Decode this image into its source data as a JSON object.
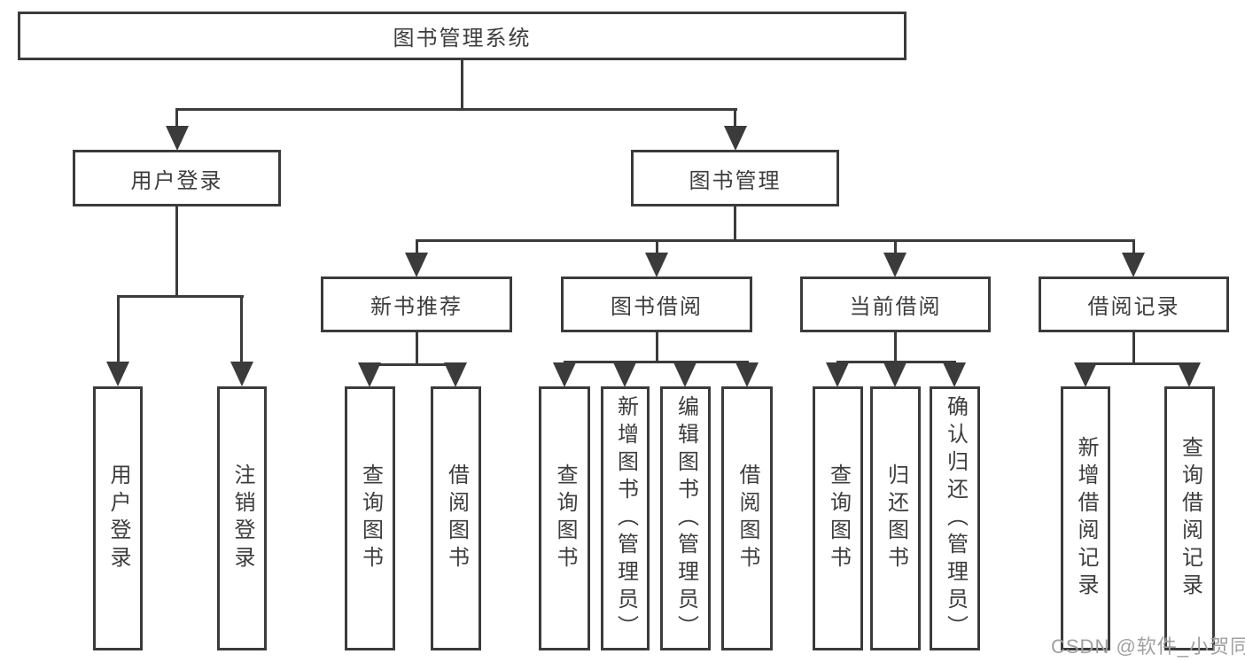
{
  "diagram": {
    "root": {
      "label": "图书管理系统"
    },
    "branches": [
      {
        "label": "用户登录",
        "children": [
          {
            "label": "用户登录"
          },
          {
            "label": "注销登录"
          }
        ]
      },
      {
        "label": "图书管理",
        "children": [
          {
            "label": "新书推荐",
            "children": [
              {
                "label": "查询图书"
              },
              {
                "label": "借阅图书"
              }
            ]
          },
          {
            "label": "图书借阅",
            "children": [
              {
                "label": "查询图书"
              },
              {
                "label": "新增图书（管理员）"
              },
              {
                "label": "编辑图书（管理员）"
              },
              {
                "label": "借阅图书"
              }
            ]
          },
          {
            "label": "当前借阅",
            "children": [
              {
                "label": "查询图书"
              },
              {
                "label": "归还图书"
              },
              {
                "label": "确认归还（管理员）"
              }
            ]
          },
          {
            "label": "借阅记录",
            "children": [
              {
                "label": "新增借阅记录"
              },
              {
                "label": "查询借阅记录"
              }
            ]
          }
        ]
      }
    ]
  },
  "watermark": "CSDN @软件_小贺同学",
  "colors": {
    "line": "#3b3b3b",
    "text": "#3d3d3d",
    "watermark": "#a0a0a0",
    "background": "#ffffff"
  }
}
